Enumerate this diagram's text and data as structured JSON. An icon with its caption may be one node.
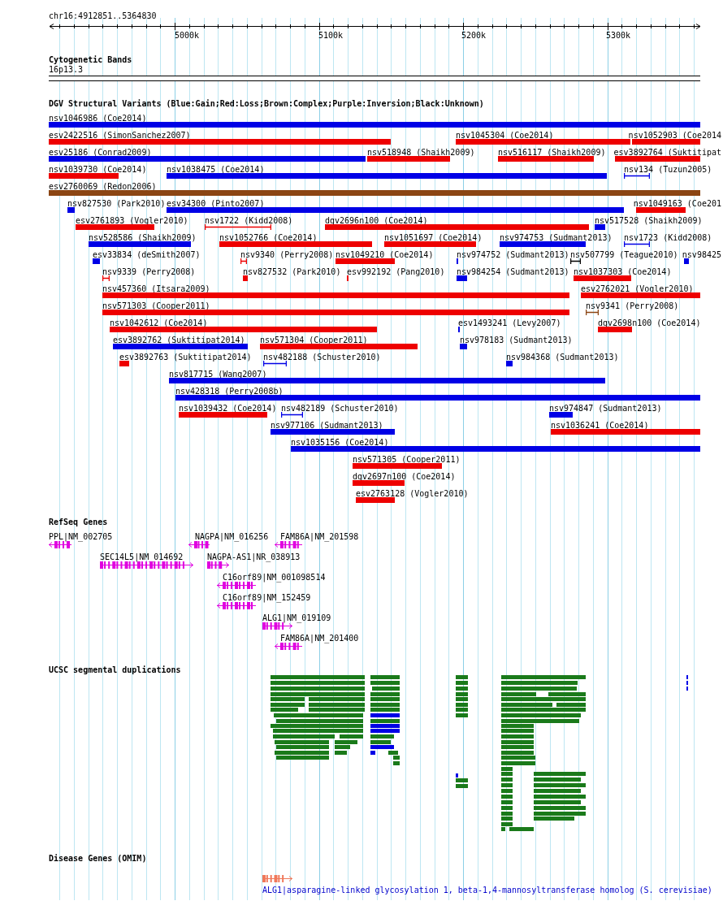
{
  "diagram": {
    "nodes": [
      {
        "text": [
          "16p13.3"
        ]
      },
      {
        "text": [
          "nsv1046986 (Coe2014)"
        ]
      },
      {
        "text": [
          "esv2422516 (SimonSanchez2007)"
        ]
      },
      {
        "text": [
          "nsv1045304 (Coe2014)"
        ]
      },
      {
        "text": [
          "nsv1052903 (Coe2014"
        ]
      },
      {
        "text": [
          "esv25186 (Conrad2009)"
        ]
      },
      {
        "text": [
          "nsv518948 (Shaikh2009)"
        ]
      },
      {
        "text": [
          "nsv516117 (Shaikh2009)"
        ]
      },
      {
        "text": [
          "esv3892764 (Suktitipat"
        ]
      },
      {
        "text": [
          "nsv1039730 (Coe2014)"
        ]
      },
      {
        "text": [
          "nsv1038475 (Coe2014)"
        ]
      },
      {
        "text": [
          "nsv134 (Tuzun2005)"
        ]
      },
      {
        "text": [
          "esv2760069 (Redon2006)"
        ]
      },
      {
        "text": [
          "nsv827530 (Park2010)"
        ]
      },
      {
        "text": [
          "esv34300 (Pinto2007)"
        ]
      },
      {
        "text": [
          "nsv1049163 (Coe201"
        ]
      },
      {
        "text": [
          "esv2761893 (Vogler2010)"
        ]
      },
      {
        "text": [
          "nsv1722 (Kidd2008)"
        ]
      },
      {
        "text": [
          "dgv2696n100 (Coe2014)"
        ]
      },
      {
        "text": [
          "nsv517528 (Shaikh2009)"
        ]
      },
      {
        "text": [
          "nsv528586 (Shaikh2009)"
        ]
      },
      {
        "text": [
          "nsv1052766 (Coe2014)"
        ]
      },
      {
        "text": [
          "nsv1051697 (Coe2014)"
        ]
      },
      {
        "text": [
          "nsv974753 (Sudmant2013)"
        ]
      },
      {
        "text": [
          "nsv1723 (Kidd2008)"
        ]
      },
      {
        "text": [
          "esv33834 (deSmith2007)"
        ]
      },
      {
        "text": [
          "nsv9340 (Perry2008)"
        ]
      },
      {
        "text": [
          "nsv1049210 (Coe2014)"
        ]
      },
      {
        "text": [
          "nsv974752 (Sudmant2013)"
        ]
      },
      {
        "text": [
          "nsv507799 (Teague2010)"
        ]
      },
      {
        "text": [
          "nsv98425"
        ]
      },
      {
        "text": [
          "nsv9339 (Perry2008)"
        ]
      },
      {
        "text": [
          "nsv827532 (Park2010)"
        ]
      },
      {
        "text": [
          "esv992192 (Pang2010)"
        ]
      },
      {
        "text": [
          "nsv984254 (Sudmant2013)"
        ]
      },
      {
        "text": [
          "nsv1037303 (Coe2014)"
        ]
      },
      {
        "text": [
          "nsv457360 (Itsara2009)"
        ]
      },
      {
        "text": [
          "esv2762021 (Vogler2010)"
        ]
      },
      {
        "text": [
          "nsv571303 (Cooper2011)"
        ]
      },
      {
        "text": [
          "nsv9341 (Perry2008)"
        ]
      },
      {
        "text": [
          "nsv1042612 (Coe2014)"
        ]
      },
      {
        "text": [
          "esv1493241 (Levy2007)"
        ]
      },
      {
        "text": [
          "dgv2698n100 (Coe2014)"
        ]
      },
      {
        "text": [
          "esv3892762 (Suktitipat2014)"
        ]
      },
      {
        "text": [
          "nsv571304 (Cooper2011)"
        ]
      },
      {
        "text": [
          "nsv978183 (Sudmant2013)"
        ]
      },
      {
        "text": [
          "esv3892763 (Suktitipat2014)"
        ]
      },
      {
        "text": [
          "nsv482188 (Schuster2010)"
        ]
      },
      {
        "text": [
          "nsv984368 (Sudmant2013)"
        ]
      },
      {
        "text": [
          "nsv817715 (Wang2007)"
        ]
      },
      {
        "text": [
          "nsv428318 (Perry2008b)"
        ]
      },
      {
        "text": [
          "nsv1039432 (Coe2014)"
        ]
      },
      {
        "text": [
          "nsv482189 (Schuster2010)"
        ]
      },
      {
        "text": [
          "nsv974847 (Sudmant2013)"
        ]
      },
      {
        "text": [
          "nsv977106 (Sudmant2013)"
        ]
      },
      {
        "text": [
          "nsv1036241 (Coe2014)"
        ]
      },
      {
        "text": [
          "nsv1035156 (Coe2014)"
        ]
      },
      {
        "text": [
          "nsv571305 (Cooper2011)"
        ]
      },
      {
        "text": [
          "dgv2697n100 (Coe2014)"
        ]
      },
      {
        "text": [
          "esv2763128 (Vogler2010)"
        ]
      },
      {
        "text": [
          "PPL|NM_002705"
        ]
      },
      {
        "text": [
          "NAGPA|NM_016256"
        ]
      },
      {
        "text": [
          "FAM86A|NM_201598"
        ]
      },
      {
        "text": [
          "SEC14L5|NM_014692"
        ]
      },
      {
        "text": [
          "NAGPA-AS1|NR_038913"
        ]
      },
      {
        "text": [
          "C16orf89|NM_001098514"
        ]
      },
      {
        "text": [
          "C16orf89|NM_152459"
        ]
      },
      {
        "text": [
          "ALG1|NM_019109"
        ]
      },
      {
        "text": [
          "FAM86A|NM_201400"
        ]
      },
      {
        "text": [
          "ALG1|asparagine-linked glycosylation 1, beta-1,4-mannosyltransferase homolog (S. cerevisiae)"
        ]
      }
    ],
    "labels": [
      "chr16:4912851..5364830",
      "5000k",
      "5100k",
      "5200k",
      "5300k",
      "Cytogenetic Bands",
      "DGV Structural Variants (Blue:Gain;Red:Loss;Brown:Complex;Purple:Inversion;Black:Unknown)",
      "RefSeq Genes",
      "UCSC segmental duplications",
      "Disease Genes (OMIM)"
    ]
  }
}
